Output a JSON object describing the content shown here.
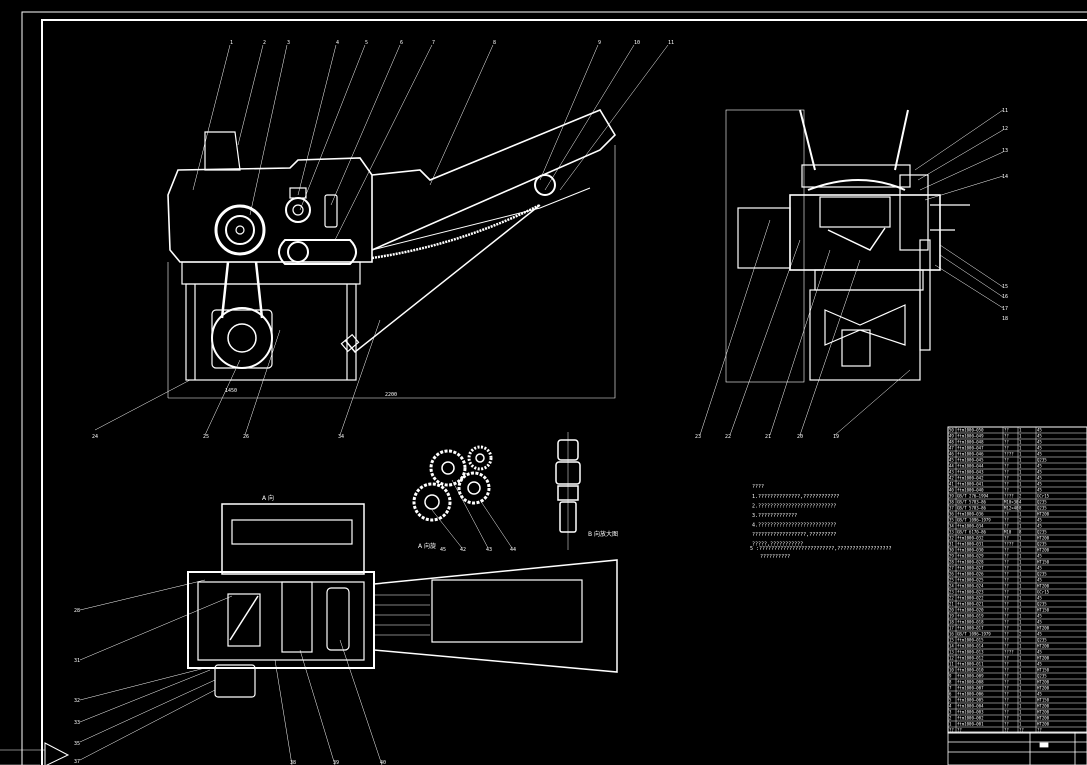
{
  "drawing": {
    "line_color": "#ffffff",
    "background_color": "#000000",
    "view_labels": {
      "top_view": "A 向",
      "rotation_a": "A 向旋",
      "enlarged": "B 向放大图"
    },
    "leader_numbers_main": [
      "1",
      "2",
      "3",
      "4",
      "5",
      "6",
      "7",
      "8",
      "9",
      "10",
      "11"
    ],
    "leader_numbers_main_bottom": [
      "24",
      "25",
      "26",
      "34"
    ],
    "leader_numbers_side_right": [
      "11",
      "12",
      "13",
      "14",
      "15",
      "16",
      "17",
      "18"
    ],
    "leader_numbers_side_bottom": [
      "23",
      "22",
      "21",
      "20",
      "19"
    ],
    "leader_numbers_gears": [
      "45",
      "42",
      "43",
      "44"
    ],
    "leader_numbers_plan_left": [
      "28",
      "31",
      "32",
      "33",
      "35",
      "37"
    ],
    "leader_numbers_plan_bottom": [
      "38",
      "39",
      "40"
    ],
    "dimension_main": "2200",
    "dimension_base": "1450",
    "notes": {
      "heading": "????",
      "lines": [
        "1.??????????????,????????????",
        "2.??????????????????????????",
        "3.?????????????",
        "4.??????????????????????????",
        "??????????????????,?????????",
        "?????,???????????"
      ],
      "line5": "5 :?????????????????????????,??????????????????",
      "line6": "??????????"
    },
    "parts_table": {
      "rows": [
        [
          "50",
          "ftm1000—050",
          "??",
          "1",
          "45"
        ],
        [
          "49",
          "ftm1000—049",
          "??",
          "1",
          "45"
        ],
        [
          "48",
          "ftm1000—048",
          "??",
          "1",
          "45"
        ],
        [
          "47",
          "ftm1000—047",
          "??",
          "1",
          "45"
        ],
        [
          "46",
          "ftm1000—046",
          "????",
          "1",
          "45"
        ],
        [
          "45",
          "ftm1000—045",
          "??",
          "1",
          "Q235"
        ],
        [
          "44",
          "ftm1000—044",
          "??",
          "1",
          "45"
        ],
        [
          "43",
          "ftm1000—043",
          "??",
          "1",
          "45"
        ],
        [
          "42",
          "ftm1000—042",
          "??",
          "1",
          "45"
        ],
        [
          "41",
          "ftm1000—041",
          "??",
          "1",
          "45"
        ],
        [
          "40",
          "ftm1000—040",
          "??",
          "1",
          "45"
        ],
        [
          "39",
          "GB/T 276—1994",
          "????",
          "2",
          "GCr15"
        ],
        [
          "38",
          "GB/T 5783—86",
          "M10×30",
          "4",
          "Q235"
        ],
        [
          "37",
          "GB/T 5783—86",
          "M12×40",
          "8",
          "Q235"
        ],
        [
          "36",
          "ftm1000—036",
          "??",
          "1",
          "HT200"
        ],
        [
          "35",
          "GB/T 1096—1979",
          "??",
          "2",
          "45"
        ],
        [
          "34",
          "ftm1000—034",
          "??",
          "1",
          "45"
        ],
        [
          "33",
          "GB/T 6170—86",
          "M10",
          "8",
          "Q235"
        ],
        [
          "32",
          "ftm1000—032",
          "??",
          "1",
          "HT200"
        ],
        [
          "31",
          "ftm1000—031",
          "????",
          "1",
          "Q235"
        ],
        [
          "30",
          "ftm1000—030",
          "??",
          "1",
          "HT200"
        ],
        [
          "29",
          "ftm1000—029",
          "??",
          "1",
          "45"
        ],
        [
          "28",
          "ftm1000—028",
          "??",
          "1",
          "HT150"
        ],
        [
          "27",
          "ftm1000—027",
          "??",
          "1",
          "45"
        ],
        [
          "26",
          "ftm1000—026",
          "??",
          "1",
          "Q235"
        ],
        [
          "25",
          "ftm1000—025",
          "??",
          "1",
          "45"
        ],
        [
          "24",
          "ftm1000—024",
          "??",
          "1",
          "HT200"
        ],
        [
          "23",
          "ftm1000—023",
          "??",
          "1",
          "GCr15"
        ],
        [
          "22",
          "ftm1000—022",
          "??",
          "1",
          "45"
        ],
        [
          "21",
          "ftm1000—021",
          "??",
          "1",
          "Q235"
        ],
        [
          "20",
          "ftm1000—020",
          "??",
          "1",
          "HT150"
        ],
        [
          "19",
          "ftm1000—019",
          "??",
          "1",
          "45"
        ],
        [
          "18",
          "ftm1000—018",
          "??",
          "1",
          "45"
        ],
        [
          "17",
          "ftm1000—017",
          "??",
          "1",
          "HT200"
        ],
        [
          "16",
          "GB/T 1096—1979",
          "??",
          "2",
          "45"
        ],
        [
          "15",
          "ftm1000—015",
          "??",
          "1",
          "Q235"
        ],
        [
          "14",
          "ftm1000—014",
          "??",
          "1",
          "HT200"
        ],
        [
          "13",
          "ftm1000—013",
          "????",
          "1",
          "45"
        ],
        [
          "12",
          "ftm1000—012",
          "??",
          "1",
          "HT200"
        ],
        [
          "11",
          "ftm1000—011",
          "??",
          "1",
          "45"
        ],
        [
          "10",
          "ftm1000—010",
          "??",
          "1",
          "HT150"
        ],
        [
          "9",
          "ftm1000—009",
          "??",
          "1",
          "Q235"
        ],
        [
          "8",
          "ftm1000—008",
          "??",
          "1",
          "HT200"
        ],
        [
          "7",
          "ftm1000—007",
          "??",
          "1",
          "HT200"
        ],
        [
          "6",
          "ftm1000—006",
          "??",
          "1",
          "45"
        ],
        [
          "5",
          "ftm1000—005",
          "??",
          "1",
          "HT150"
        ],
        [
          "4",
          "ftm1000—004",
          "??",
          "1",
          "HT200"
        ],
        [
          "3",
          "ftm1000—003",
          "??",
          "1",
          "HT200"
        ],
        [
          "2",
          "ftm1000—002",
          "??",
          "1",
          "HT200"
        ],
        [
          "1",
          "ftm1000—001",
          "??",
          "1",
          "HT200"
        ]
      ],
      "header": [
        "??",
        "??",
        "??",
        "??",
        "??"
      ]
    }
  }
}
